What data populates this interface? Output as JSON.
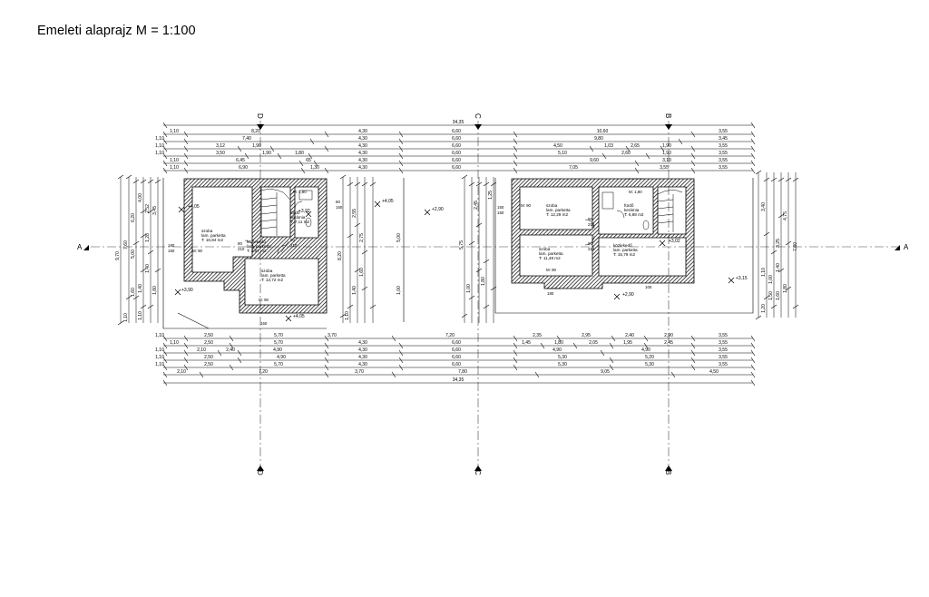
{
  "title": "Emeleti alaprajz M = 1:100",
  "section_markers": {
    "A": "A",
    "B": "B",
    "C": "C",
    "D": "D"
  },
  "totals": {
    "top": "34,35",
    "bottom": "34,35"
  },
  "top_dim_rows": [
    [
      "1,10",
      "8,20",
      "4,30",
      "6,60",
      "10,60",
      "3,55"
    ],
    [
      "1,10",
      "7,40",
      "4,30",
      "6,60",
      "9,80",
      "3,45"
    ],
    [
      "1,10",
      "3,12",
      "1,90",
      "4,30",
      "6,60",
      "4,50",
      "1,03",
      "2,65",
      "1,90",
      "3,55"
    ],
    [
      "1,10",
      "3,50",
      "1,90",
      "1,80",
      "4,30",
      "6,60",
      "5,10",
      "2,60",
      "1,90",
      "3,55"
    ],
    [
      "1,10",
      "6,45",
      "65",
      "4,30",
      "6,60",
      "9,60",
      "3,10",
      "3,55"
    ],
    [
      "1,10",
      "6,90",
      "1,30",
      "4,30",
      "6,60",
      "7,05",
      "3,55",
      "3,55"
    ]
  ],
  "bottom_dim_rows": [
    [
      "1,10",
      "2,50",
      "5,70",
      "3,70",
      "7,20",
      "2,35",
      "2,95",
      "2,40",
      "2,90",
      "3,55"
    ],
    [
      "1,10",
      "2,50",
      "5,70",
      "4,30",
      "6,60",
      "1,45",
      "1,80",
      "2,05",
      "1,95",
      "2,45",
      "3,55"
    ],
    [
      "1,10",
      "2,10",
      "2,40",
      "4,90",
      "4,30",
      "6,60",
      "4,90",
      "4,90",
      "3,55"
    ],
    [
      "1,10",
      "2,50",
      "4,90",
      "4,30",
      "6,60",
      "5,30",
      "5,20",
      "3,55"
    ],
    [
      "1,10",
      "2,50",
      "5,70",
      "4,30",
      "6,60",
      "5,30",
      "5,30",
      "3,55"
    ],
    [
      "2,10",
      "7,20",
      "3,70",
      "7,80",
      "9,05",
      "4,50"
    ]
  ],
  "left_building": {
    "rooms": [
      {
        "name": "szoba",
        "floor": "lam. parketta",
        "area": "T: 16,84 m2"
      },
      {
        "name": "közlekedő",
        "floor": "lam. parketta",
        "area": "T: 2,87 m2"
      },
      {
        "name": "fürdő",
        "floor": "kerámia",
        "area": "T: 7,11 m2"
      },
      {
        "name": "szoba",
        "floor": "lam. parketta",
        "area": "T: 13,72 m2"
      }
    ],
    "levels": [
      "+4,05",
      "+3,90",
      "+4,05",
      "+3,92"
    ],
    "labels": [
      "M: 1,80",
      "M: 90",
      "M: 90",
      "90",
      "210",
      "90",
      "210",
      "150",
      "180",
      "150",
      "60",
      "150"
    ]
  },
  "right_building": {
    "rooms": [
      {
        "name": "szoba",
        "floor": "lam. parketta",
        "area": "T: 12,29 m2"
      },
      {
        "name": "fürdő",
        "floor": "kerámia",
        "area": "T: 6,88 m2"
      },
      {
        "name": "szoba",
        "floor": "lam. parketta",
        "area": "T: 11,48 m2"
      },
      {
        "name": "közlekedő",
        "floor": "lam. parketta",
        "area": "T: 15,79 m2"
      }
    ],
    "levels": [
      "+2,90",
      "+3,02",
      "+2,90",
      "+3,15"
    ],
    "labels": [
      "M: 1,80",
      "M: 90",
      "M: 90",
      "90",
      "210",
      "90",
      "210",
      "150",
      "180",
      "150",
      "100"
    ]
  },
  "left_side_dims": [
    "9,70",
    "7,60",
    "6,20",
    "4,00",
    "1,10",
    "1,60",
    "1,40",
    "1,10",
    "2,52",
    "1,28",
    "1,40",
    "1,80",
    "3,45",
    "5,00"
  ],
  "middle_dims": [
    "8,20",
    "5,00",
    "2,55",
    "1,00",
    "1,10",
    "1,60",
    "1,40",
    "2,75",
    "1,00",
    "1,80",
    "5,75",
    "2,45",
    "1,25"
  ],
  "right_side_dims": [
    "7,80",
    "3,40",
    "4,75",
    "3,25",
    "1,00",
    "1,20",
    "1,50",
    "1,60",
    "1,80",
    "1,40",
    "1,10"
  ],
  "colors": {
    "line": "#000000",
    "wall_hatch": "#333333",
    "axis": "#555555"
  }
}
